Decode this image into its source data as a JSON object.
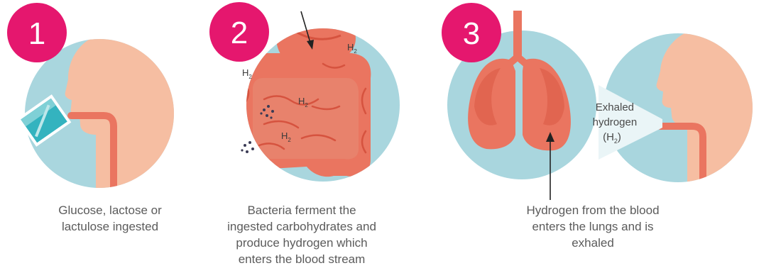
{
  "colors": {
    "badge": "#e5176e",
    "circle_bg": "#a9d6de",
    "skin": "#f6bea2",
    "organ": "#ea7560",
    "organ_dark": "#d6533f",
    "glass": "#34b3bf"
  },
  "steps": [
    {
      "number": "1",
      "caption": "Glucose, lactose or\nlactulose ingested"
    },
    {
      "number": "2",
      "caption": "Bacteria ferment the\ningested carbohydrates and\nproduce hydrogen which\nenters the blood stream",
      "gas_labels": [
        "H",
        "H",
        "H",
        "H"
      ],
      "gas_subscript": "2"
    },
    {
      "number": "3",
      "caption": "Hydrogen from the blood\nenters the lungs and is\nexhaled",
      "exhaled_label": {
        "line1": "Exhaled",
        "line2": "hydrogen",
        "line3_prefix": "(H",
        "line3_sub": "2",
        "line3_suffix": ")"
      }
    }
  ],
  "icons": [
    "head-profile-icon",
    "drinking-glass-icon",
    "intestines-icon",
    "lungs-icon",
    "bacteria-dots-icon",
    "arrow-icon"
  ]
}
